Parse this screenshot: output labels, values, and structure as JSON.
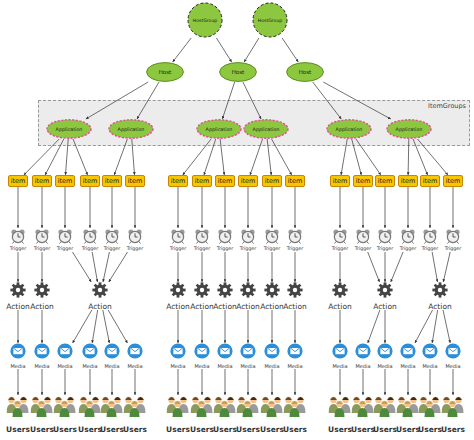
{
  "diagram": {
    "nodes": [
      {
        "text": [
          "HostGroup"
        ]
      },
      {
        "text": [
          "HostGroup"
        ]
      },
      {
        "text": [
          "Host"
        ]
      },
      {
        "text": [
          "Host"
        ]
      },
      {
        "text": [
          "Host"
        ]
      },
      {
        "text": [
          "ItemGroups"
        ]
      },
      {
        "text": [
          "Application"
        ],
        "in": 5
      },
      {
        "text": [
          "Application"
        ],
        "in": 5
      },
      {
        "text": [
          "Application"
        ],
        "in": 5
      },
      {
        "text": [
          "Application"
        ],
        "in": 5
      },
      {
        "text": [
          "Application"
        ],
        "in": 5
      },
      {
        "text": [
          "Application"
        ],
        "in": 5
      },
      {
        "text": [
          "item"
        ]
      },
      {
        "text": [
          "item"
        ]
      },
      {
        "text": [
          "item"
        ]
      },
      {
        "text": [
          "item"
        ]
      },
      {
        "text": [
          "item"
        ]
      },
      {
        "text": [
          "item"
        ]
      },
      {
        "text": [
          "item"
        ]
      },
      {
        "text": [
          "item"
        ]
      },
      {
        "text": [
          "item"
        ]
      },
      {
        "text": [
          "item"
        ]
      },
      {
        "text": [
          "item"
        ]
      },
      {
        "text": [
          "item"
        ]
      },
      {
        "text": [
          "item"
        ]
      },
      {
        "text": [
          "item"
        ]
      },
      {
        "text": [
          "item"
        ]
      },
      {
        "text": [
          "item"
        ]
      },
      {
        "text": [
          "item"
        ]
      },
      {
        "text": [
          "item"
        ]
      },
      {
        "text": [
          "Trigger"
        ]
      },
      {
        "text": [
          "Trigger"
        ]
      },
      {
        "text": [
          "Trigger"
        ]
      },
      {
        "text": [
          "Trigger"
        ]
      },
      {
        "text": [
          "Trigger"
        ]
      },
      {
        "text": [
          "Trigger"
        ]
      },
      {
        "text": [
          "Trigger"
        ]
      },
      {
        "text": [
          "Trigger"
        ]
      },
      {
        "text": [
          "Trigger"
        ]
      },
      {
        "text": [
          "Trigger"
        ]
      },
      {
        "text": [
          "Trigger"
        ]
      },
      {
        "text": [
          "Trigger"
        ]
      },
      {
        "text": [
          "Trigger"
        ]
      },
      {
        "text": [
          "Trigger"
        ]
      },
      {
        "text": [
          "Trigger"
        ]
      },
      {
        "text": [
          "Trigger"
        ]
      },
      {
        "text": [
          "Trigger"
        ]
      },
      {
        "text": [
          "Trigger"
        ]
      },
      {
        "text": [
          "Action"
        ]
      },
      {
        "text": [
          "Action"
        ]
      },
      {
        "text": [
          "Action"
        ]
      },
      {
        "text": [
          "Action"
        ]
      },
      {
        "text": [
          "Action"
        ]
      },
      {
        "text": [
          "Action"
        ]
      },
      {
        "text": [
          "Action"
        ]
      },
      {
        "text": [
          "Action"
        ]
      },
      {
        "text": [
          "Action"
        ]
      },
      {
        "text": [
          "Action"
        ]
      },
      {
        "text": [
          "Action"
        ]
      },
      {
        "text": [
          "Action"
        ]
      },
      {
        "text": [
          "Media"
        ]
      },
      {
        "text": [
          "Media"
        ]
      },
      {
        "text": [
          "Media"
        ]
      },
      {
        "text": [
          "Media"
        ]
      },
      {
        "text": [
          "Media"
        ]
      },
      {
        "text": [
          "Media"
        ]
      },
      {
        "text": [
          "Media"
        ]
      },
      {
        "text": [
          "Media"
        ]
      },
      {
        "text": [
          "Media"
        ]
      },
      {
        "text": [
          "Media"
        ]
      },
      {
        "text": [
          "Media"
        ]
      },
      {
        "text": [
          "Media"
        ]
      },
      {
        "text": [
          "Media"
        ]
      },
      {
        "text": [
          "Media"
        ]
      },
      {
        "text": [
          "Media"
        ]
      },
      {
        "text": [
          "Media"
        ]
      },
      {
        "text": [
          "Media"
        ]
      },
      {
        "text": [
          "Media"
        ]
      },
      {
        "text": [
          "Users"
        ]
      },
      {
        "text": [
          "Users"
        ]
      },
      {
        "text": [
          "Users"
        ]
      },
      {
        "text": [
          "Users"
        ]
      },
      {
        "text": [
          "Users"
        ]
      },
      {
        "text": [
          "Users"
        ]
      },
      {
        "text": [
          "Users"
        ]
      },
      {
        "text": [
          "Users"
        ]
      },
      {
        "text": [
          "Users"
        ]
      },
      {
        "text": [
          "Users"
        ]
      },
      {
        "text": [
          "Users"
        ]
      },
      {
        "text": [
          "Users"
        ]
      },
      {
        "text": [
          "Users"
        ]
      },
      {
        "text": [
          "Users"
        ]
      },
      {
        "text": [
          "Users"
        ]
      },
      {
        "text": [
          "Users"
        ]
      },
      {
        "text": [
          "Users"
        ]
      },
      {
        "text": [
          "Users"
        ]
      }
    ],
    "edges": [
      {
        "from": 0,
        "to": 2,
        "arrow": "to"
      },
      {
        "from": 0,
        "to": 3,
        "arrow": "to"
      },
      {
        "from": 1,
        "to": 3,
        "arrow": "to"
      },
      {
        "from": 1,
        "to": 4,
        "arrow": "to"
      },
      {
        "from": 2,
        "to": 6,
        "arrow": "to"
      },
      {
        "from": 2,
        "to": 7,
        "arrow": "to"
      },
      {
        "from": 3,
        "to": 8,
        "arrow": "to"
      },
      {
        "from": 3,
        "to": 9,
        "arrow": "to"
      },
      {
        "from": 4,
        "to": 10,
        "arrow": "to"
      },
      {
        "from": 4,
        "to": 11,
        "arrow": "to"
      },
      {
        "from": 6,
        "to": 12,
        "arrow": "to"
      },
      {
        "from": 6,
        "to": 13,
        "arrow": "to"
      },
      {
        "from": 6,
        "to": 14,
        "arrow": "to"
      },
      {
        "from": 6,
        "to": 15,
        "arrow": "to"
      },
      {
        "from": 7,
        "to": 16,
        "arrow": "to"
      },
      {
        "from": 7,
        "to": 17,
        "arrow": "to"
      },
      {
        "from": 8,
        "to": 18,
        "arrow": "to"
      },
      {
        "from": 8,
        "to": 19,
        "arrow": "to"
      },
      {
        "from": 8,
        "to": 20,
        "arrow": "to"
      },
      {
        "from": 9,
        "to": 21,
        "arrow": "to"
      },
      {
        "from": 9,
        "to": 22,
        "arrow": "to"
      },
      {
        "from": 9,
        "to": 23,
        "arrow": "to"
      },
      {
        "from": 10,
        "to": 24,
        "arrow": "to"
      },
      {
        "from": 10,
        "to": 25,
        "arrow": "to"
      },
      {
        "from": 10,
        "to": 26,
        "arrow": "to"
      },
      {
        "from": 11,
        "to": 27,
        "arrow": "to"
      },
      {
        "from": 11,
        "to": 28,
        "arrow": "to"
      },
      {
        "from": 11,
        "to": 29,
        "arrow": "to"
      },
      {
        "from": 12,
        "to": 30,
        "arrow": "to"
      },
      {
        "from": 13,
        "to": 31,
        "arrow": "to"
      },
      {
        "from": 14,
        "to": 32,
        "arrow": "to"
      },
      {
        "from": 15,
        "to": 33,
        "arrow": "to"
      },
      {
        "from": 16,
        "to": 34,
        "arrow": "to"
      },
      {
        "from": 17,
        "to": 35,
        "arrow": "to"
      },
      {
        "from": 18,
        "to": 36,
        "arrow": "to"
      },
      {
        "from": 19,
        "to": 37,
        "arrow": "to"
      },
      {
        "from": 20,
        "to": 38,
        "arrow": "to"
      },
      {
        "from": 21,
        "to": 39,
        "arrow": "to"
      },
      {
        "from": 22,
        "to": 40,
        "arrow": "to"
      },
      {
        "from": 23,
        "to": 41,
        "arrow": "to"
      },
      {
        "from": 24,
        "to": 42,
        "arrow": "to"
      },
      {
        "from": 25,
        "to": 43,
        "arrow": "to"
      },
      {
        "from": 26,
        "to": 44,
        "arrow": "to"
      },
      {
        "from": 27,
        "to": 45,
        "arrow": "to"
      },
      {
        "from": 28,
        "to": 46,
        "arrow": "to"
      },
      {
        "from": 29,
        "to": 47,
        "arrow": "to"
      },
      {
        "from": 30,
        "to": 48,
        "arrow": "to"
      },
      {
        "from": 31,
        "to": 49,
        "arrow": "to"
      },
      {
        "from": 32,
        "to": 50,
        "arrow": "to"
      },
      {
        "from": 33,
        "to": 50,
        "arrow": "to"
      },
      {
        "from": 34,
        "to": 50,
        "arrow": "to"
      },
      {
        "from": 35,
        "to": 50,
        "arrow": "to"
      },
      {
        "from": 36,
        "to": 51,
        "arrow": "to"
      },
      {
        "from": 37,
        "to": 52,
        "arrow": "to"
      },
      {
        "from": 38,
        "to": 53,
        "arrow": "to"
      },
      {
        "from": 39,
        "to": 54,
        "arrow": "to"
      },
      {
        "from": 40,
        "to": 55,
        "arrow": "to"
      },
      {
        "from": 41,
        "to": 56,
        "arrow": "to"
      },
      {
        "from": 42,
        "to": 57,
        "arrow": "to"
      },
      {
        "from": 43,
        "to": 58,
        "arrow": "to"
      },
      {
        "from": 44,
        "to": 58,
        "arrow": "to"
      },
      {
        "from": 45,
        "to": 58,
        "arrow": "to"
      },
      {
        "from": 46,
        "to": 59,
        "arrow": "to"
      },
      {
        "from": 47,
        "to": 59,
        "arrow": "to"
      },
      {
        "from": 48,
        "to": 60,
        "arrow": "to"
      },
      {
        "from": 49,
        "to": 61,
        "arrow": "to"
      },
      {
        "from": 50,
        "to": 62,
        "arrow": "to"
      },
      {
        "from": 50,
        "to": 63,
        "arrow": "to"
      },
      {
        "from": 50,
        "to": 64,
        "arrow": "to"
      },
      {
        "from": 50,
        "to": 65,
        "arrow": "to"
      },
      {
        "from": 51,
        "to": 66,
        "arrow": "to"
      },
      {
        "from": 52,
        "to": 67,
        "arrow": "to"
      },
      {
        "from": 53,
        "to": 68,
        "arrow": "to"
      },
      {
        "from": 54,
        "to": 69,
        "arrow": "to"
      },
      {
        "from": 55,
        "to": 70,
        "arrow": "to"
      },
      {
        "from": 56,
        "to": 71,
        "arrow": "to"
      },
      {
        "from": 57,
        "to": 72,
        "arrow": "to"
      },
      {
        "from": 58,
        "to": 73,
        "arrow": "to"
      },
      {
        "from": 58,
        "to": 74,
        "arrow": "to"
      },
      {
        "from": 59,
        "to": 75,
        "arrow": "to"
      },
      {
        "from": 59,
        "to": 76,
        "arrow": "to"
      },
      {
        "from": 59,
        "to": 77,
        "arrow": "to"
      },
      {
        "from": 60,
        "to": 78,
        "arrow": "to"
      },
      {
        "from": 61,
        "to": 79,
        "arrow": "to"
      },
      {
        "from": 62,
        "to": 80,
        "arrow": "to"
      },
      {
        "from": 63,
        "to": 81,
        "arrow": "to"
      },
      {
        "from": 64,
        "to": 82,
        "arrow": "to"
      },
      {
        "from": 65,
        "to": 83,
        "arrow": "to"
      },
      {
        "from": 66,
        "to": 84,
        "arrow": "to"
      },
      {
        "from": 67,
        "to": 85,
        "arrow": "to"
      },
      {
        "from": 68,
        "to": 86,
        "arrow": "to"
      },
      {
        "from": 69,
        "to": 87,
        "arrow": "to"
      },
      {
        "from": 70,
        "to": 88,
        "arrow": "to"
      },
      {
        "from": 71,
        "to": 89,
        "arrow": "to"
      },
      {
        "from": 72,
        "to": 90,
        "arrow": "to"
      },
      {
        "from": 73,
        "to": 91,
        "arrow": "to"
      },
      {
        "from": 74,
        "to": 92,
        "arrow": "to"
      },
      {
        "from": 75,
        "to": 93,
        "arrow": "to"
      },
      {
        "from": 76,
        "to": 94,
        "arrow": "to"
      },
      {
        "from": 77,
        "to": 95,
        "arrow": "to"
      }
    ]
  }
}
